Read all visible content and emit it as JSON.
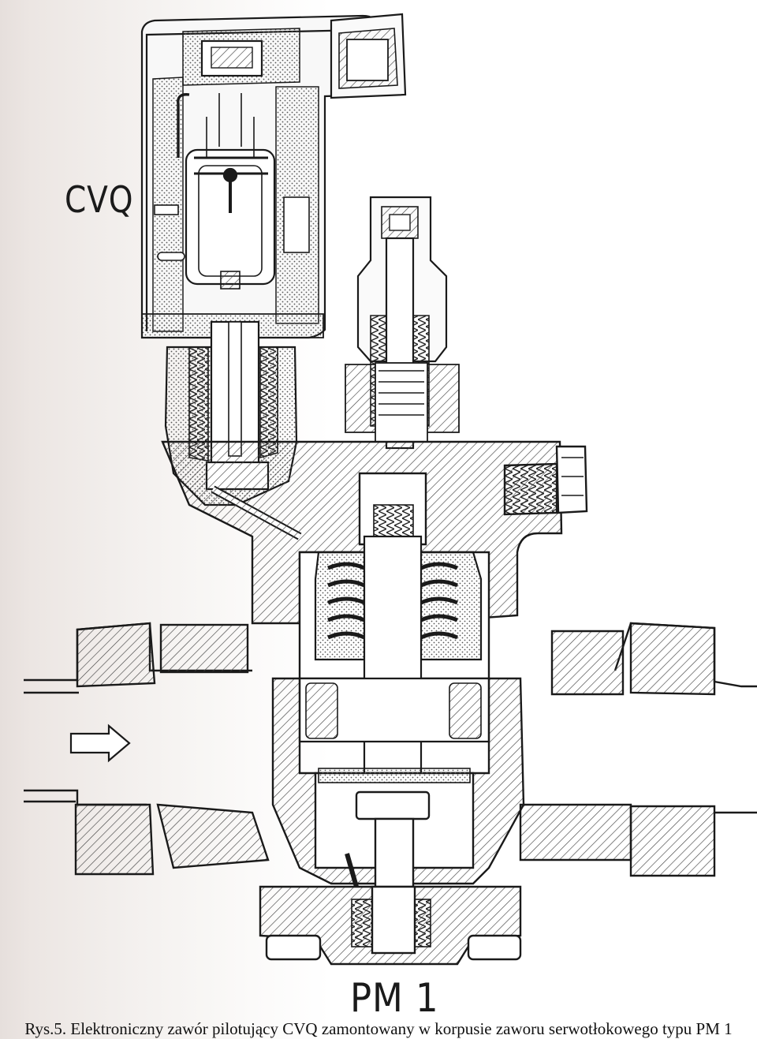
{
  "labels": {
    "cvq": "CVQ",
    "pm1": "PM 1"
  },
  "caption": "Rys.5. Elektroniczny zawór pilotujący CVQ zamontowany w korpusie zaworu serwotłokowego typu PM 1",
  "colors": {
    "ink": "#1a1a1a",
    "paper": "#ffffff",
    "scan_shadow": "#e6dfdc"
  }
}
